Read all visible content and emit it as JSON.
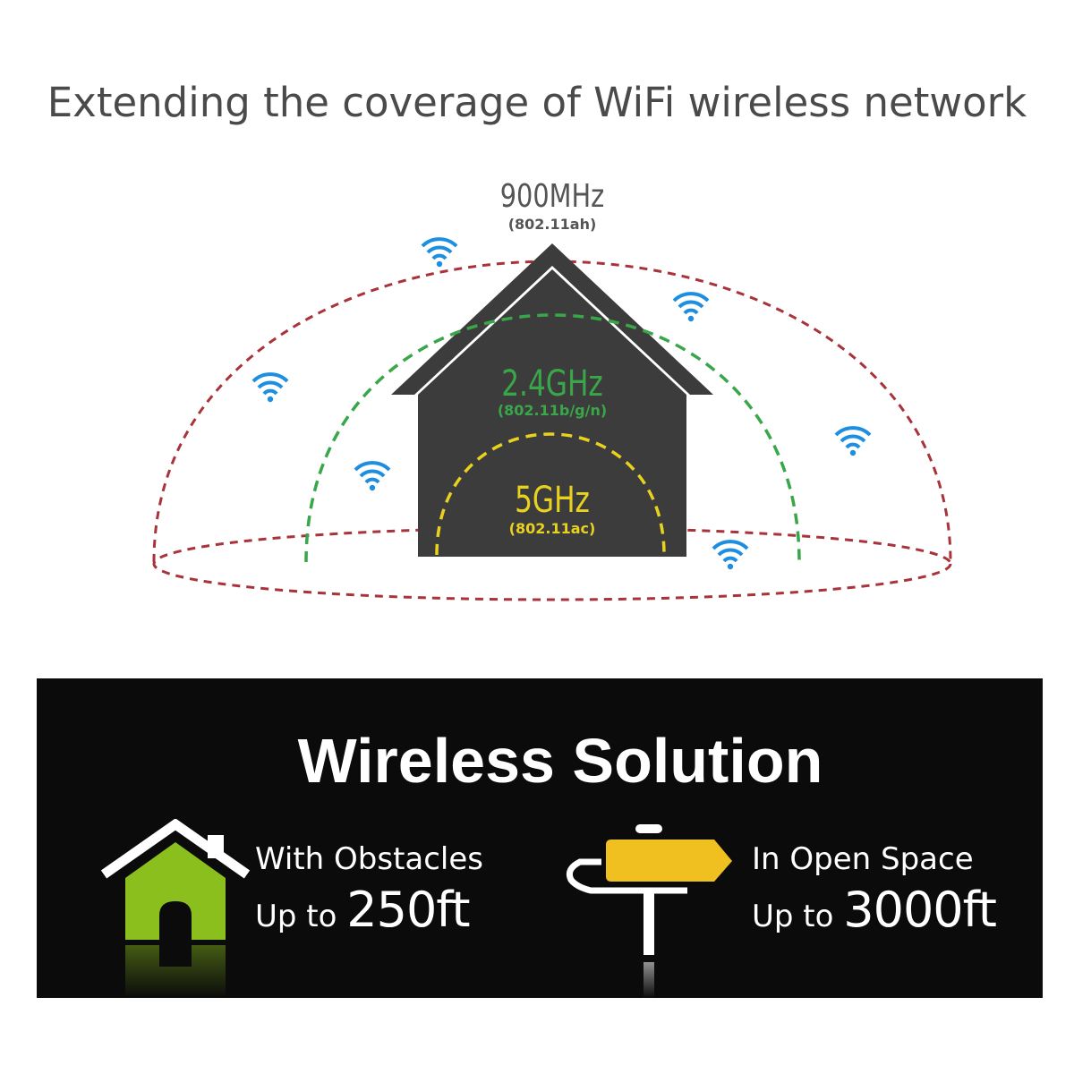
{
  "heading": "Extending the coverage of WiFi wireless network",
  "diagram": {
    "bands": [
      {
        "freq": "900MHz",
        "standard": "(802.11ah)",
        "color": "#a8333a"
      },
      {
        "freq": "2.4GHz",
        "standard": "(802.11b/g/n)",
        "color": "#3aa64a"
      },
      {
        "freq": "5GHz",
        "standard": "(802.11ac)",
        "color": "#e8d21f"
      }
    ],
    "house_color": "#3c3c3c",
    "wifi_icon_color": "#1e8fe0"
  },
  "solution": {
    "title": "Wireless Solution",
    "obstacles": {
      "label": "With Obstacles",
      "prefix": "Up to",
      "value": "250ft",
      "icon": "house-icon",
      "icon_color": "#8bbf1e"
    },
    "open_space": {
      "label": "In Open Space",
      "prefix": "Up to",
      "value": "3000ft",
      "icon": "signpost-icon",
      "icon_color": "#f0c020"
    }
  }
}
